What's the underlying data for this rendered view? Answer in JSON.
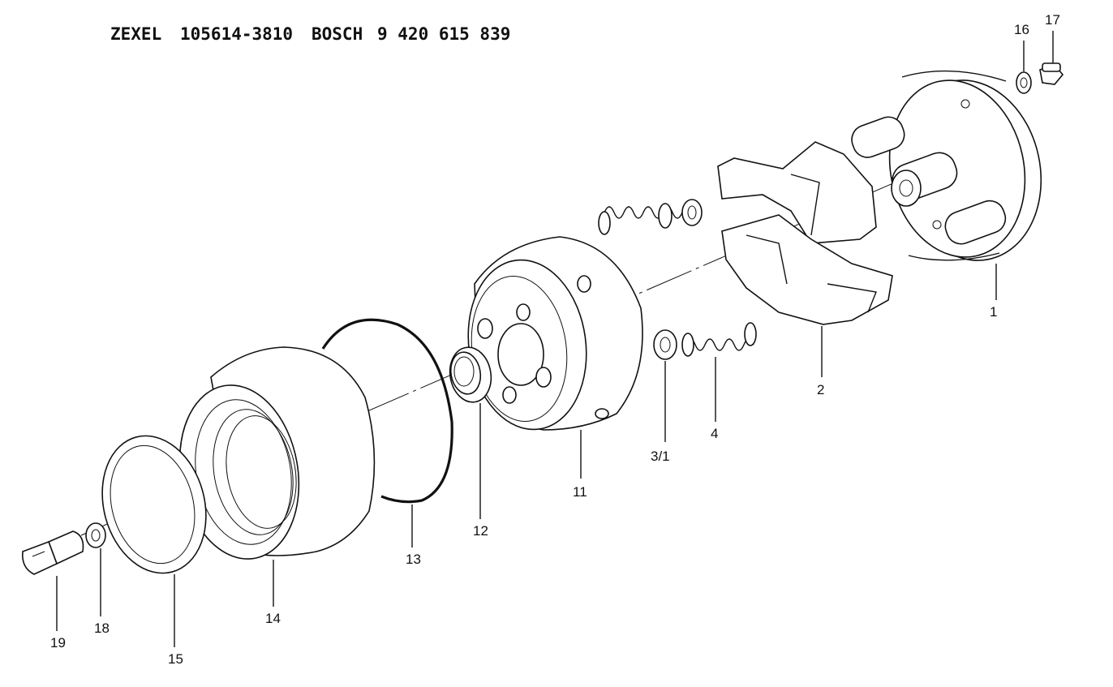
{
  "header": {
    "brand1": "ZEXEL",
    "part_no1": "105614-3810",
    "brand2": "BOSCH",
    "part_no2": "9 420 615 839"
  },
  "callouts": {
    "c1": "1",
    "c2": "2",
    "c3": "3/1",
    "c4": "4",
    "c11": "11",
    "c12": "12",
    "c13": "13",
    "c14": "14",
    "c15": "15",
    "c16": "16",
    "c17": "17",
    "c18": "18",
    "c19": "19"
  }
}
